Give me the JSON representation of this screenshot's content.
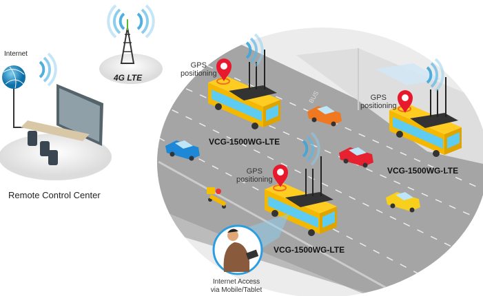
{
  "control_center": {
    "internet_label": "Internet",
    "title": "Remote Control Center"
  },
  "tower": {
    "label": "4G LTE"
  },
  "buses": [
    {
      "model": "VCG-1500WG-LTE",
      "gps_label_line1": "GPS",
      "gps_label_line2": "positioning"
    },
    {
      "model": "VCG-1500WG-LTE",
      "gps_label_line1": "GPS",
      "gps_label_line2": "positioning"
    },
    {
      "model": "VCG-1500WG-LTE",
      "gps_label_line1": "GPS",
      "gps_label_line2": "positioning"
    }
  ],
  "mobile_access": {
    "line1": "Internet Access",
    "line2": "via Mobile/Tablet"
  },
  "road_marking": "BUS",
  "colors": {
    "bus": "#f5b800",
    "pin": "#e8192c",
    "signal": "#3ea6dc",
    "road": "#9a9a9a"
  }
}
